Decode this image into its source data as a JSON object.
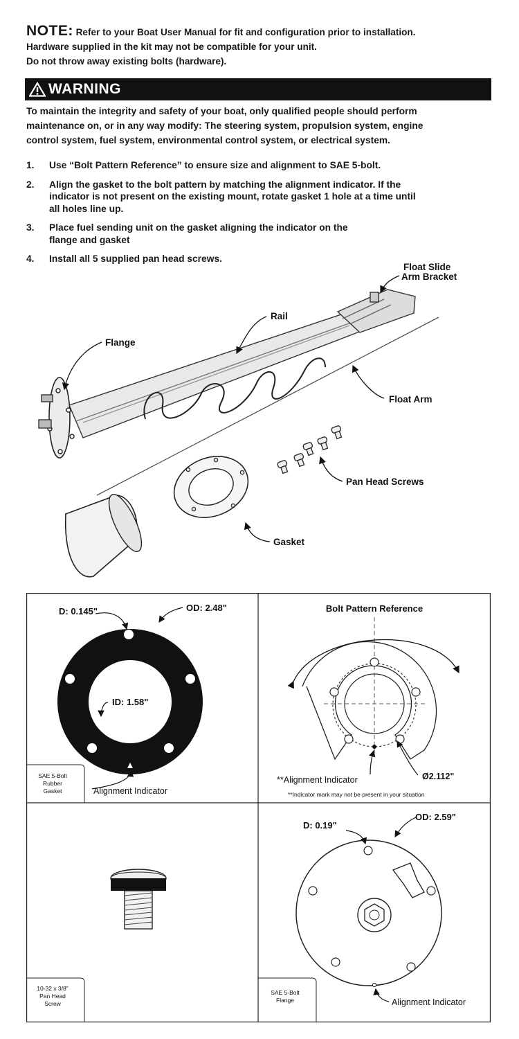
{
  "note": {
    "label": "NOTE:",
    "line1": "Refer to your Boat User Manual for fit and configuration prior to installation.",
    "line2": "Hardware supplied in the kit may not be compatible for your unit.",
    "line3": "Do not throw away existing bolts (hardware)."
  },
  "warning": {
    "title": "WARNING",
    "line1": "To maintain the integrity and safety of your boat, only qualified people should perform",
    "line2": "maintenance on, or in any way modify: The steering system, propulsion system, engine",
    "line3": "control system, fuel system, environmental control system, or electrical system."
  },
  "steps": [
    {
      "num": "1.",
      "lines": [
        "Use “Bolt Pattern Reference” to ensure size and alignment to SAE 5-bolt."
      ]
    },
    {
      "num": "2.",
      "lines": [
        "Align the gasket to the bolt pattern by matching the alignment indicator. If the",
        "indicator is not present on the existing mount, rotate gasket 1 hole at a time until",
        "all holes line up."
      ]
    },
    {
      "num": "3.",
      "lines": [
        "Place fuel sending unit on the gasket aligning the indicator on the",
        "flange and gasket"
      ]
    },
    {
      "num": "4.",
      "lines": [
        "Install all 5 supplied pan head screws."
      ]
    }
  ],
  "diagram_labels": {
    "float_slide_1": "Float Slide",
    "float_slide_2": "Arm Bracket",
    "rail": "Rail",
    "flange": "Flange",
    "float_arm": "Float Arm",
    "pan_head_screws": "Pan Head Screws",
    "gasket": "Gasket"
  },
  "gasket_panel": {
    "d": "D: 0.145\"",
    "od": "OD: 2.48\"",
    "id": "ID: 1.58\"",
    "alignment": "Alignment Indicator",
    "caption": [
      "SAE 5-Bolt",
      "Rubber",
      "Gasket"
    ]
  },
  "bolt_panel": {
    "title": "Bolt Pattern Reference",
    "alignment": "**Alignment Indicator",
    "diameter": "Ø2.112\"",
    "footnote": "**Indicator mark may not be present in your situation"
  },
  "screw_panel": {
    "caption": [
      "10-32 x 3/8\"",
      "Pan Head",
      "Screw"
    ]
  },
  "flange_panel": {
    "d": "D: 0.19\"",
    "od": "OD: 2.59\"",
    "alignment": "Alignment Indicator",
    "caption": [
      "SAE 5-Bolt",
      "Flange"
    ]
  }
}
